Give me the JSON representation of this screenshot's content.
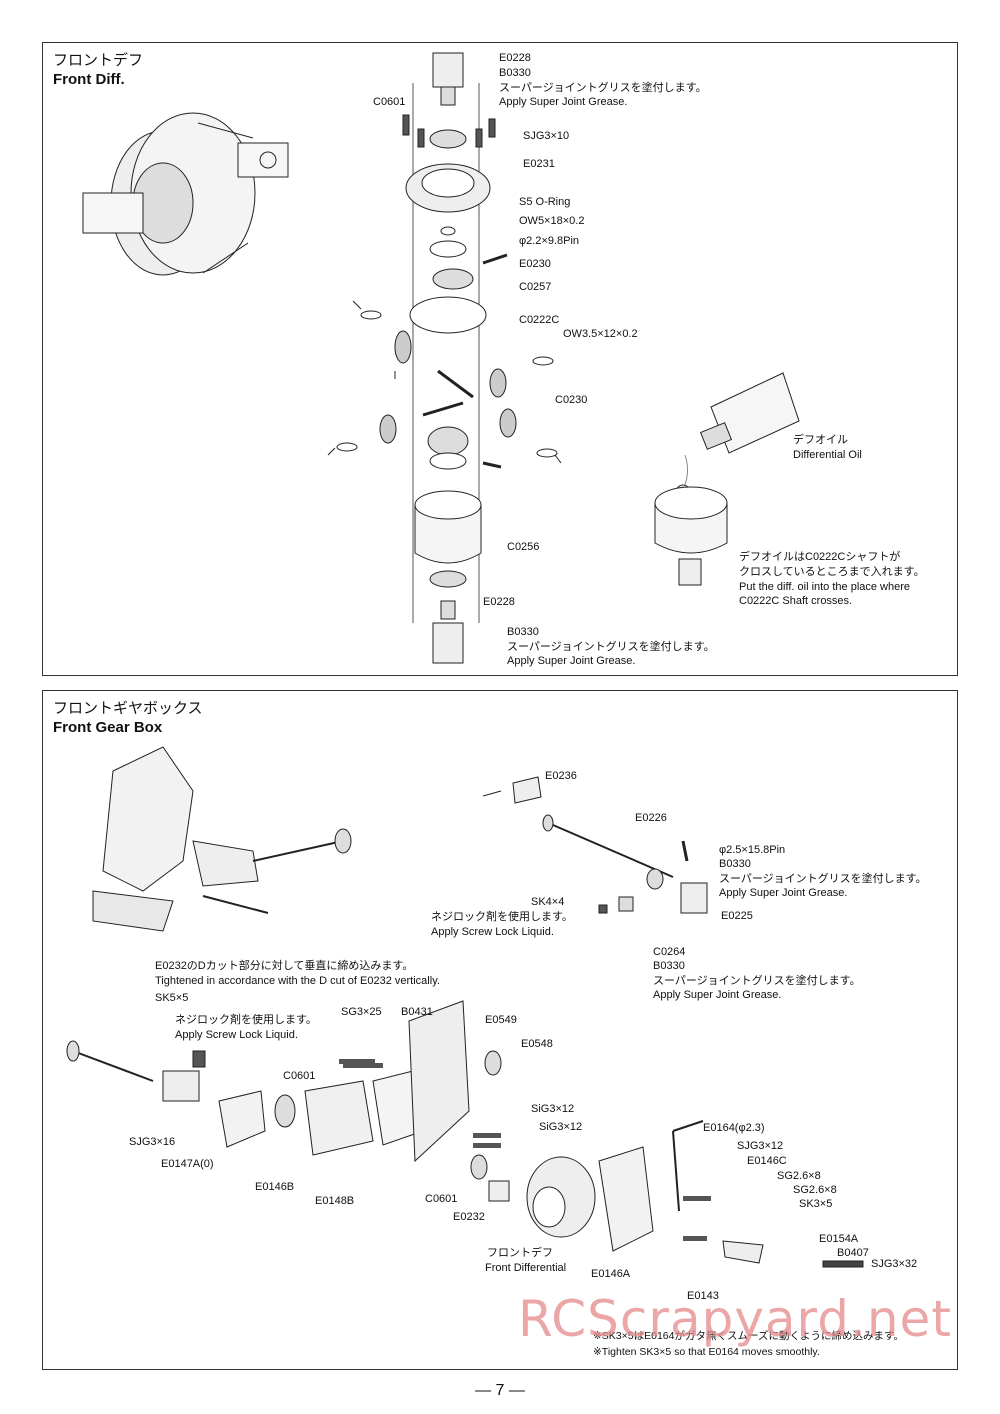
{
  "page_number": "— 7 —",
  "watermark": "RCScrapyard.net",
  "front_diff": {
    "title_jp": "フロントデフ",
    "title_en": "Front Diff.",
    "labels": {
      "e0228_top": "E0228",
      "b0330_top": "B0330",
      "grease_jp_top": "スーパージョイントグリスを塗付します。",
      "grease_en_top": "Apply Super Joint Grease.",
      "c0601": "C0601",
      "sjg3x10": "SJG3×10",
      "e0231": "E0231",
      "s5_oring": "S5 O-Ring",
      "ow5": "OW5×18×0.2",
      "pin": "φ2.2×9.8Pin",
      "e0230": "E0230",
      "c0257": "C0257",
      "c0222c": "C0222C",
      "ow35": "OW3.5×12×0.2",
      "c0230": "C0230",
      "c0256": "C0256",
      "e0228_bot": "E0228",
      "b0330_bot": "B0330",
      "grease_jp_bot": "スーパージョイントグリスを塗付します。",
      "grease_en_bot": "Apply Super Joint Grease.",
      "diff_oil_jp": "デフオイル",
      "diff_oil_en": "Differential Oil",
      "oil_note_jp1": "デフオイルはC0222Cシャフトが",
      "oil_note_jp2": "クロスしているところまで入れます。",
      "oil_note_en1": "Put the diff. oil into the place where",
      "oil_note_en2": "C0222C Shaft crosses."
    }
  },
  "front_gear_box": {
    "title_jp": "フロントギヤボックス",
    "title_en": "Front Gear Box",
    "labels": {
      "e0236": "E0236",
      "e0226": "E0226",
      "pin25": "φ2.5×15.8Pin",
      "b0330_a": "B0330",
      "grease_jp_a": "スーパージョイントグリスを塗付します。",
      "grease_en_a": "Apply Super Joint Grease.",
      "e0225": "E0225",
      "sk4x4": "SK4×4",
      "lock_jp_a": "ネジロック剤を使用します。",
      "lock_en_a": "Apply Screw Lock Liquid.",
      "c0264": "C0264",
      "b0330_b": "B0330",
      "grease_jp_b": "スーパージョイントグリスを塗付します。",
      "grease_en_b": "Apply Super Joint Grease.",
      "dcut_jp": "E0232のDカット部分に対して垂直に締め込みます。",
      "dcut_en": "Tightened in accordance with the D cut of E0232 vertically.",
      "sk5x5": "SK5×5",
      "lock_jp_b": "ネジロック剤を使用します。",
      "lock_en_b": "Apply Screw Lock Liquid.",
      "sg3x25": "SG3×25",
      "b0431": "B0431",
      "e0549": "E0549",
      "e0548": "E0548",
      "c0601_a": "C0601",
      "sig3x12": "SiG3×12",
      "sig3x12_b": "SiG3×12",
      "sjg3x16": "SJG3×16",
      "e0147a": "E0147A(0)",
      "e0146b": "E0146B",
      "e0148b": "E0148B",
      "c0601_b": "C0601",
      "e0232": "E0232",
      "e0164": "E0164(φ2.3)",
      "sjg3x12": "SJG3×12",
      "e0146c": "E0146C",
      "sg26x8_a": "SG2.6×8",
      "sg26x8_b": "SG2.6×8",
      "sk3x5": "SK3×5",
      "front_diff_jp": "フロントデフ",
      "front_diff_en": "Front Differential",
      "e0146a": "E0146A",
      "e0154a": "E0154A",
      "b0407": "B0407",
      "sjg3x32": "SJG3×32",
      "e0143": "E0143",
      "note_jp": "※SK3×5はE0164がガタ無くスムーズに動くように締め込みます。",
      "note_en": "※Tighten SK3×5 so that E0164 moves smoothly."
    }
  }
}
